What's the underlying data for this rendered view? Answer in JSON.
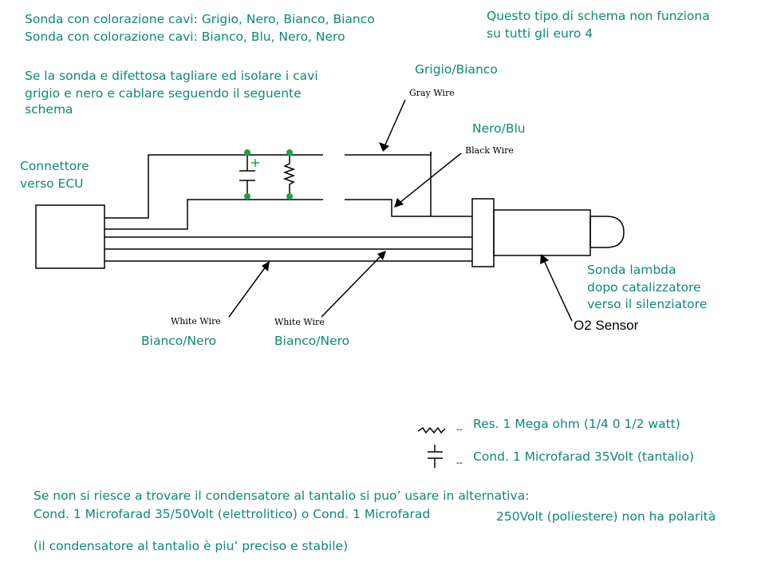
{
  "header": {
    "line1": "Sonda con colorazione cavi: Grigio, Nero, Bianco, Bianco",
    "line2": "Sonda con colorazione cavi: Bianco, Blu, Nero, Nero",
    "note1": "Questo tipo di schema non funziona",
    "note2": "su tutti gli euro 4",
    "instr1": "Se la sonda e difettosa tagliare ed isolare i cavi",
    "instr2": "grigio e nero e  cablare  seguendo  il  seguente",
    "instr3": "schema"
  },
  "labels": {
    "connector1": "Connettore",
    "connector2": "verso ECU",
    "grey_white": "Grigio/Bianco",
    "gray_wire": "Gray Wire",
    "black_blue": "Nero/Blu",
    "black_wire": "Black Wire",
    "white_wire_1": "White Wire",
    "white_wire_2": "White Wire",
    "white_black_1": "Bianco/Nero",
    "white_black_2": "Bianco/Nero",
    "sensor1": "Sonda lambda",
    "sensor2": "dopo catalizzatore",
    "sensor3": "verso il silenziatore",
    "o2_sensor": "O2 Sensor"
  },
  "legend": {
    "resistor": "Res. 1 Mega ohm (1/4 0 1/2 watt)",
    "capacitor": "Cond. 1 Microfarad 35Volt (tantalio)",
    "dash": "--"
  },
  "footer": {
    "line1": "Se non si riesce a trovare il condensatore al tantalio si puo’ usare in alternativa:",
    "line2a": "Cond. 1 Microfarad 35/50Volt (elettrolitico) o Cond. 1 Microfarad",
    "line2b": "250Volt (poliestere) non ha polarità",
    "line3": "(il condensatore al tantalio è piu’ preciso e stabile)"
  },
  "colors": {
    "text": "#0d8a72",
    "node": "#1aa548",
    "wire": "#000000"
  }
}
